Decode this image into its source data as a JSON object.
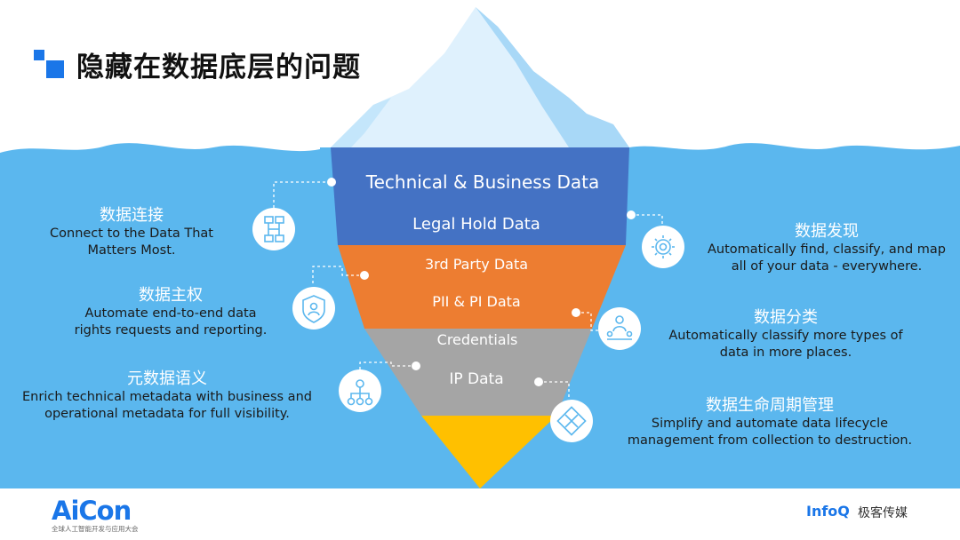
{
  "header": {
    "title": "隐藏在数据底层的问题"
  },
  "iceberg": {
    "layers": [
      {
        "label": "Technical & Business Data",
        "color": "#4472c4"
      },
      {
        "label": "Legal Hold Data",
        "color": "#4472c4"
      },
      {
        "label": "3rd Party Data",
        "color": "#ed7d31"
      },
      {
        "label": "PII & PI Data",
        "color": "#ed7d31"
      },
      {
        "label": "Credentials",
        "color": "#a5a5a5"
      },
      {
        "label": "IP Data",
        "color": "#a5a5a5"
      }
    ],
    "tip_color": "#ffc000"
  },
  "features": {
    "left": [
      {
        "title": "数据连接",
        "desc1": "Connect to the Data That",
        "desc2": "Matters Most.",
        "icon": "network-icon"
      },
      {
        "title": "数据主权",
        "desc1": "Automate end-to-end data",
        "desc2": "rights requests and reporting.",
        "icon": "shield-user-icon"
      },
      {
        "title": "元数据语义",
        "desc1": "Enrich technical metadata with business and",
        "desc2": "operational metadata for full visibility.",
        "icon": "hierarchy-icon"
      }
    ],
    "right": [
      {
        "title": "数据发现",
        "desc1": "Automatically find, classify, and map",
        "desc2": "all of your data - everywhere.",
        "icon": "gear-icon"
      },
      {
        "title": "数据分类",
        "desc1": "Automatically classify more types of",
        "desc2": "data in more places.",
        "icon": "team-icon"
      },
      {
        "title": "数据生命周期管理",
        "desc1": "Simplify and automate data lifecycle",
        "desc2": "management from collection to destruction.",
        "icon": "puzzle-icon"
      }
    ]
  },
  "footer": {
    "aicon_logo": "AiCon",
    "aicon_sub": "全球人工智能开发与应用大会",
    "infoq_logo": "InfoQ",
    "geek_logo": "极客传媒"
  },
  "colors": {
    "sea": "#5bb7ee",
    "ice_light": "#dff1fd",
    "ice_mid": "#a8d8f7",
    "accent_blue": "#1a76e8"
  }
}
